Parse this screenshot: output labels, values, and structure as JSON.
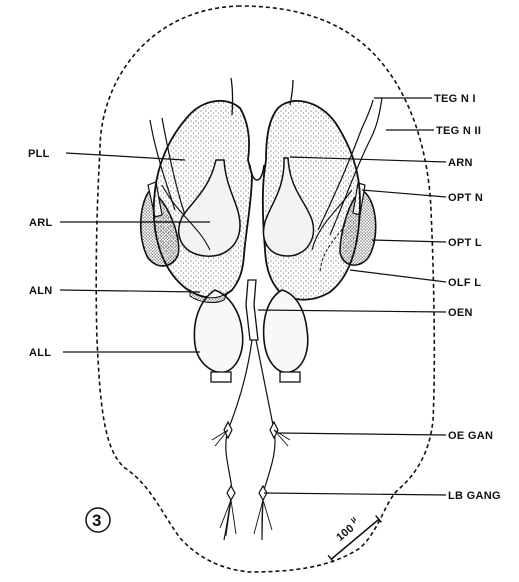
{
  "figure_number": "3",
  "scale_bar_text": "100",
  "scale_bar_unit": "µ",
  "colors": {
    "ink": "#111111",
    "stipple": "#2a2a2a",
    "paper": "#ffffff"
  },
  "labels": {
    "left": [
      {
        "id": "pll",
        "text": "PLL"
      },
      {
        "id": "arl",
        "text": "ARL"
      },
      {
        "id": "aln",
        "text": "ALN"
      },
      {
        "id": "all",
        "text": "ALL"
      }
    ],
    "right": [
      {
        "id": "tegn-1",
        "text": "TEG N I"
      },
      {
        "id": "tegn-2",
        "text": "TEG N II"
      },
      {
        "id": "arn",
        "text": "ARN"
      },
      {
        "id": "opt-n",
        "text": "OPT N"
      },
      {
        "id": "opt-l",
        "text": "OPT L"
      },
      {
        "id": "olf-l",
        "text": "OLF L"
      },
      {
        "id": "oen",
        "text": "OEN"
      },
      {
        "id": "oe-gan",
        "text": "OE GAN"
      },
      {
        "id": "lb-gang",
        "text": "LB GANG"
      }
    ]
  }
}
